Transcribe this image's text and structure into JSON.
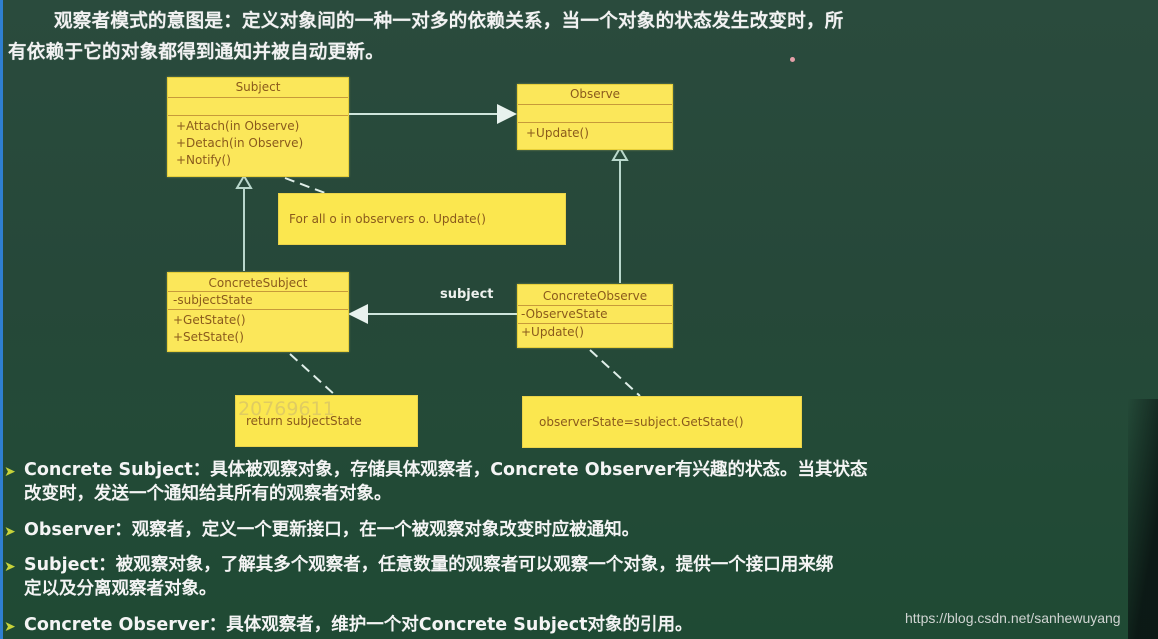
{
  "intro": {
    "line1": "观察者模式的意图是：定义对象间的一种一对多的依赖关系，当一个对象的状态发生改变时，所",
    "line2": "有依赖于它的对象都得到通知并被自动更新。"
  },
  "diagram": {
    "subject": {
      "name": "Subject",
      "attributes": [],
      "operations": [
        "+Attach(in Observe)",
        "+Detach(in Observe)",
        "+Notify()"
      ]
    },
    "observe": {
      "name": "Observe",
      "attributes": [],
      "operations": [
        "+Update()"
      ]
    },
    "concrete_subject": {
      "name": "ConcreteSubject",
      "attributes": [
        "-subjectState"
      ],
      "operations": [
        "+GetState()",
        "+SetState()"
      ]
    },
    "concrete_observe": {
      "name": "ConcreteObserve",
      "attributes": [
        "-ObserveState"
      ],
      "operations": [
        "+Update()"
      ]
    },
    "notes": {
      "notify": "For all o in observers o. Update()",
      "getstate": "return subjectState",
      "update": "observerState=subject.GetState()"
    },
    "association_label": "subject",
    "watermark": "20769611",
    "colors": {
      "box_fill": "#fbe75a",
      "box_text": "#8a5a1c",
      "line": "#cfe5dc",
      "background": "#264839"
    }
  },
  "bullets": [
    {
      "line1": "Concrete Subject：具体被观察对象，存储具体观察者，Concrete Observer有兴趣的状态。当其状态",
      "line2": "改变时，发送一个通知给其所有的观察者对象。"
    },
    {
      "line1": "Observer：观察者，定义一个更新接口，在一个被观察对象改变时应被通知。",
      "line2": ""
    },
    {
      "line1": "Subject：被观察对象，了解其多个观察者，任意数量的观察者可以观察一个对象，提供一个接口用来绑",
      "line2": "定以及分离观察者对象。"
    },
    {
      "line1": "Concrete Observer：具体观察者，维护一个对Concrete Subject对象的引用。",
      "line2": ""
    }
  ],
  "footer": {
    "url": "https://blog.csdn.net/sanhewuyang"
  }
}
